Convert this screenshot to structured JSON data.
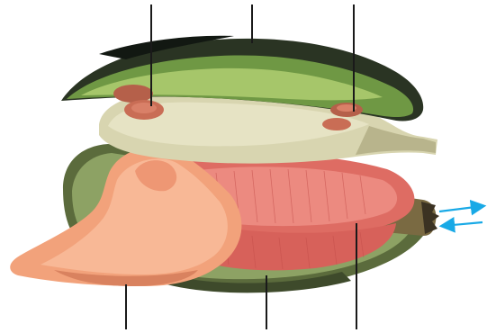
{
  "diagram": {
    "subject": "bivalve-mollusc-anatomy",
    "labels": [],
    "colors": {
      "shell_dark": "#2f3d2a",
      "shell_green": "#7fa64e",
      "shell_green_light": "#b6d27a",
      "mantle": "#dcd9b6",
      "mantle_shadow": "#a9a57d",
      "adductor": "#c96d55",
      "foot": "#f3a27a",
      "foot_shadow": "#e07f5a",
      "gill": "#e4746c",
      "gill_dark": "#c85852",
      "lower_shell": "#6b7a4a",
      "leader_line": "#1a1a1a",
      "water_arrow": "#18a9e6"
    },
    "pointers_top": [
      "anterior-adductor",
      "shell",
      "posterior-adductor"
    ],
    "pointers_bottom": [
      "foot",
      "mantle",
      "gills"
    ],
    "water_flow": [
      "inflow",
      "outflow"
    ]
  }
}
